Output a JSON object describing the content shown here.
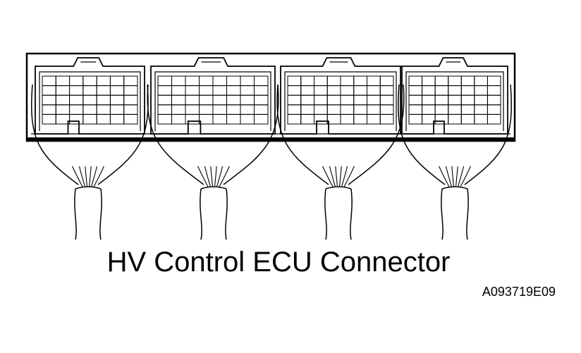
{
  "caption": "HV Control ECU Connector",
  "figure_id": "A093719E09",
  "connectors": [
    {
      "rows": 5,
      "cols": 7
    },
    {
      "rows": 5,
      "cols": 8
    },
    {
      "rows": 5,
      "cols": 8
    },
    {
      "rows": 5,
      "cols": 7
    }
  ],
  "colors": {
    "line": "#000000",
    "background": "#ffffff"
  }
}
